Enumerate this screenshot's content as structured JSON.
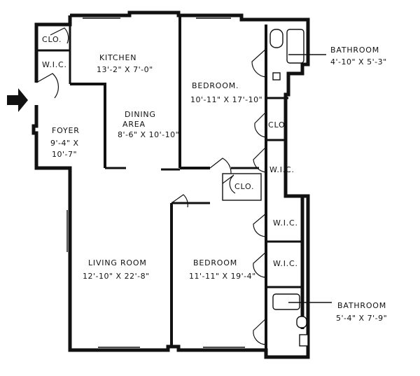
{
  "rooms": {
    "kitchen": {
      "name": "KITCHEN",
      "dims": "13'-2\" X 7'-0\""
    },
    "dining": {
      "name1": "DINING",
      "name2": "AREA",
      "dims": "8'-6\" X 10'-10\""
    },
    "foyer": {
      "name": "FOYER",
      "dims1": "9'-4\" X",
      "dims2": "10'-7\""
    },
    "bedroom1": {
      "name": "BEDROOM.",
      "dims": "10'-11\" X 17'-10\""
    },
    "bedroom2": {
      "name": "BEDROOM",
      "dims": "11'-11\" X 19'-4\""
    },
    "living": {
      "name": "LIVING  ROOM",
      "dims": "12'-10\" X 22'-8\""
    },
    "bath1": {
      "name": "BATHROOM",
      "dims": "4'-10\" X 5'-3\""
    },
    "bath2": {
      "name": "BATHROOM",
      "dims": "5'-4\" X 7'-9\""
    }
  },
  "closets": {
    "clo_top_left": "CLO.",
    "wic_left": "W.I.C.",
    "clo_bed1": "CLO.",
    "wic_bed1": "W.I.C.",
    "clo_hall": "CLO.",
    "wic_bed2_a": "W.I.C.",
    "wic_bed2_b": "W.I.C."
  },
  "icons": {
    "entry": "entry-arrow-icon"
  }
}
